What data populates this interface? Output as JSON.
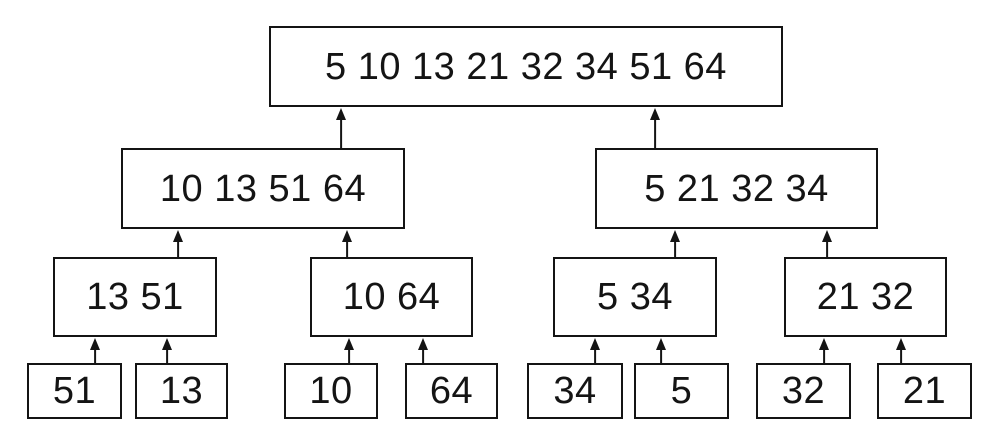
{
  "diagram": {
    "type": "merge-sort-tree",
    "colors": {
      "background": "#ffffff",
      "border": "#141414",
      "text": "#141414"
    },
    "levels": [
      {
        "name": "merged-full",
        "boxes": [
          "5 10 13 21 32 34 51 64"
        ]
      },
      {
        "name": "merged-halves",
        "boxes": [
          "10 13 51 64",
          "5 21 32 34"
        ]
      },
      {
        "name": "merged-pairs",
        "boxes": [
          "13 51",
          "10 64",
          "5 34",
          "21 32"
        ]
      },
      {
        "name": "leaves",
        "boxes": [
          "51",
          "13",
          "10",
          "64",
          "34",
          "5",
          "32",
          "21"
        ]
      }
    ]
  }
}
